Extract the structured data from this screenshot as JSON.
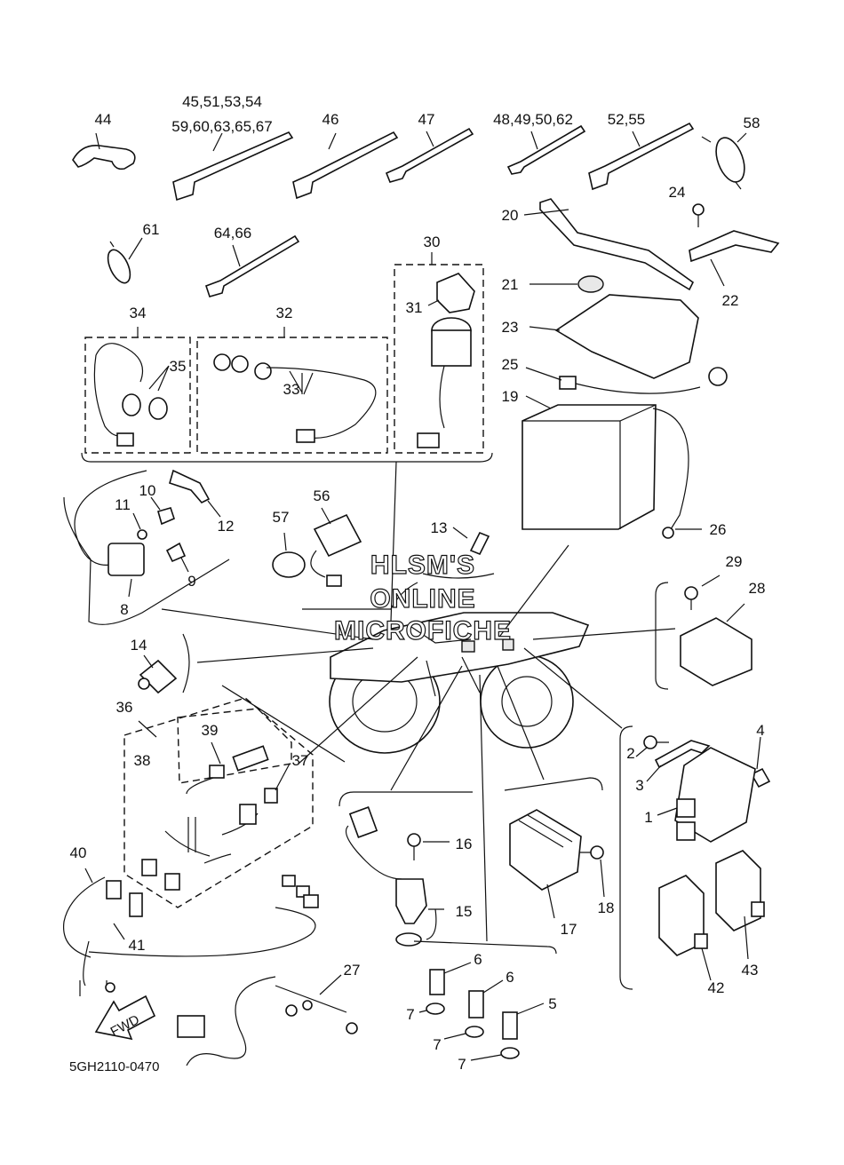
{
  "labels": {
    "l44": "44",
    "l4554": "45,51,53,54",
    "l5967": "59,60,63,65,67",
    "l46": "46",
    "l47": "47",
    "l4862": "48,49,50,62",
    "l5255": "52,55",
    "l58": "58",
    "l24": "24",
    "l20": "20",
    "l22": "22",
    "l21": "21",
    "l23": "23",
    "l61": "61",
    "l6466": "64,66",
    "l30": "30",
    "l31": "31",
    "l34": "34",
    "l32": "32",
    "l35": "35",
    "l33": "33",
    "l25": "25",
    "l19": "19",
    "l10": "10",
    "l11": "11",
    "l12": "12",
    "l9": "9",
    "l8": "8",
    "l56": "56",
    "l57": "57",
    "l13": "13",
    "l26": "26",
    "l29": "29",
    "l28": "28",
    "l14": "14",
    "l36": "36",
    "l39": "39",
    "l38": "38",
    "l37": "37",
    "l2": "2",
    "l3": "3",
    "l4": "4",
    "l1": "1",
    "l16": "16",
    "l15": "15",
    "l18": "18",
    "l17": "17",
    "l40": "40",
    "l41": "41",
    "l42": "42",
    "l43": "43",
    "l27": "27",
    "l6a": "6",
    "l6b": "6",
    "l5": "5",
    "l7a": "7",
    "l7b": "7",
    "l7c": "7"
  },
  "watermark": {
    "line1": "HLSM'S",
    "line2": "ONLINE",
    "line3": "MICROFICHE"
  },
  "fwd_label": "FWD",
  "diagram_code": "5GH2110-0470"
}
